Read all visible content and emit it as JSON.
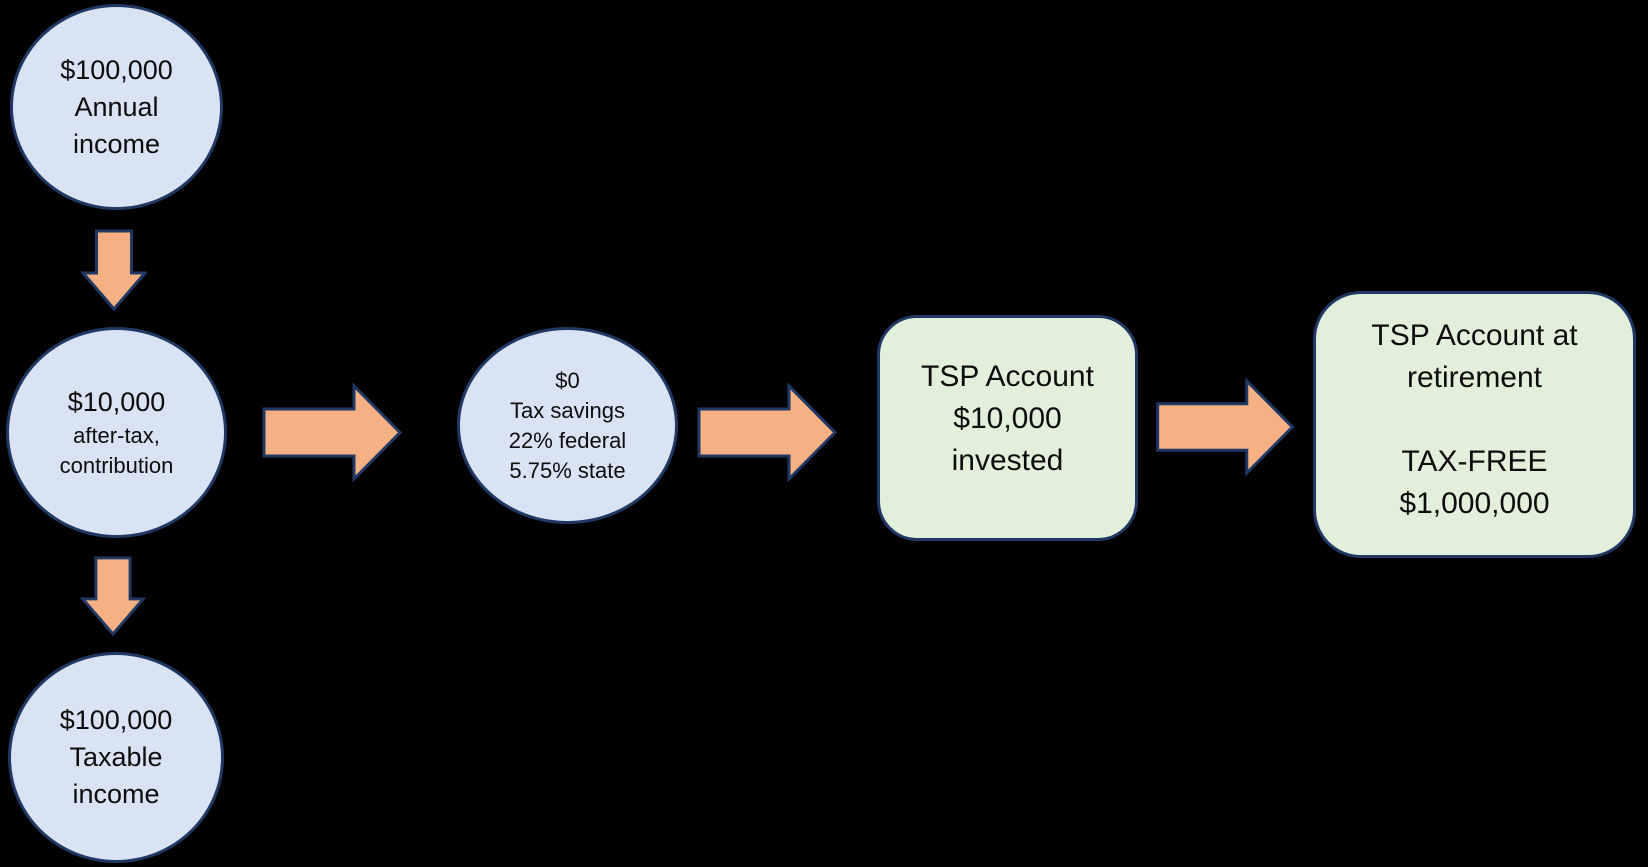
{
  "colors": {
    "background": "#000000",
    "circle_fill": "#dae3f3",
    "box_fill": "#e2efda",
    "arrow_fill": "#f5b183",
    "shape_border": "#203864",
    "text": "#0d0d0d"
  },
  "nodes": {
    "annual_income": {
      "line1": "$100,000",
      "line2": "Annual",
      "line3": "income"
    },
    "contribution": {
      "line1": "$10,000",
      "line2": "after-tax,",
      "line3": "contribution"
    },
    "taxable_income": {
      "line1": "$100,000",
      "line2": "Taxable",
      "line3": "income"
    },
    "tax_savings": {
      "line1": "$0",
      "line2": "Tax savings",
      "line3": "22% federal",
      "line4": "5.75% state"
    },
    "tsp_invested": {
      "line1": "TSP Account",
      "line2": "$10,000",
      "line3": "invested"
    },
    "tsp_retirement": {
      "line1": "TSP Account at",
      "line2": "retirement",
      "line3": "TAX-FREE",
      "line4": "$1,000,000"
    }
  },
  "edges": [
    {
      "from": "annual_income",
      "to": "contribution",
      "direction": "down"
    },
    {
      "from": "contribution",
      "to": "taxable_income",
      "direction": "down"
    },
    {
      "from": "contribution",
      "to": "tax_savings",
      "direction": "right"
    },
    {
      "from": "tax_savings",
      "to": "tsp_invested",
      "direction": "right"
    },
    {
      "from": "tsp_invested",
      "to": "tsp_retirement",
      "direction": "right"
    }
  ]
}
